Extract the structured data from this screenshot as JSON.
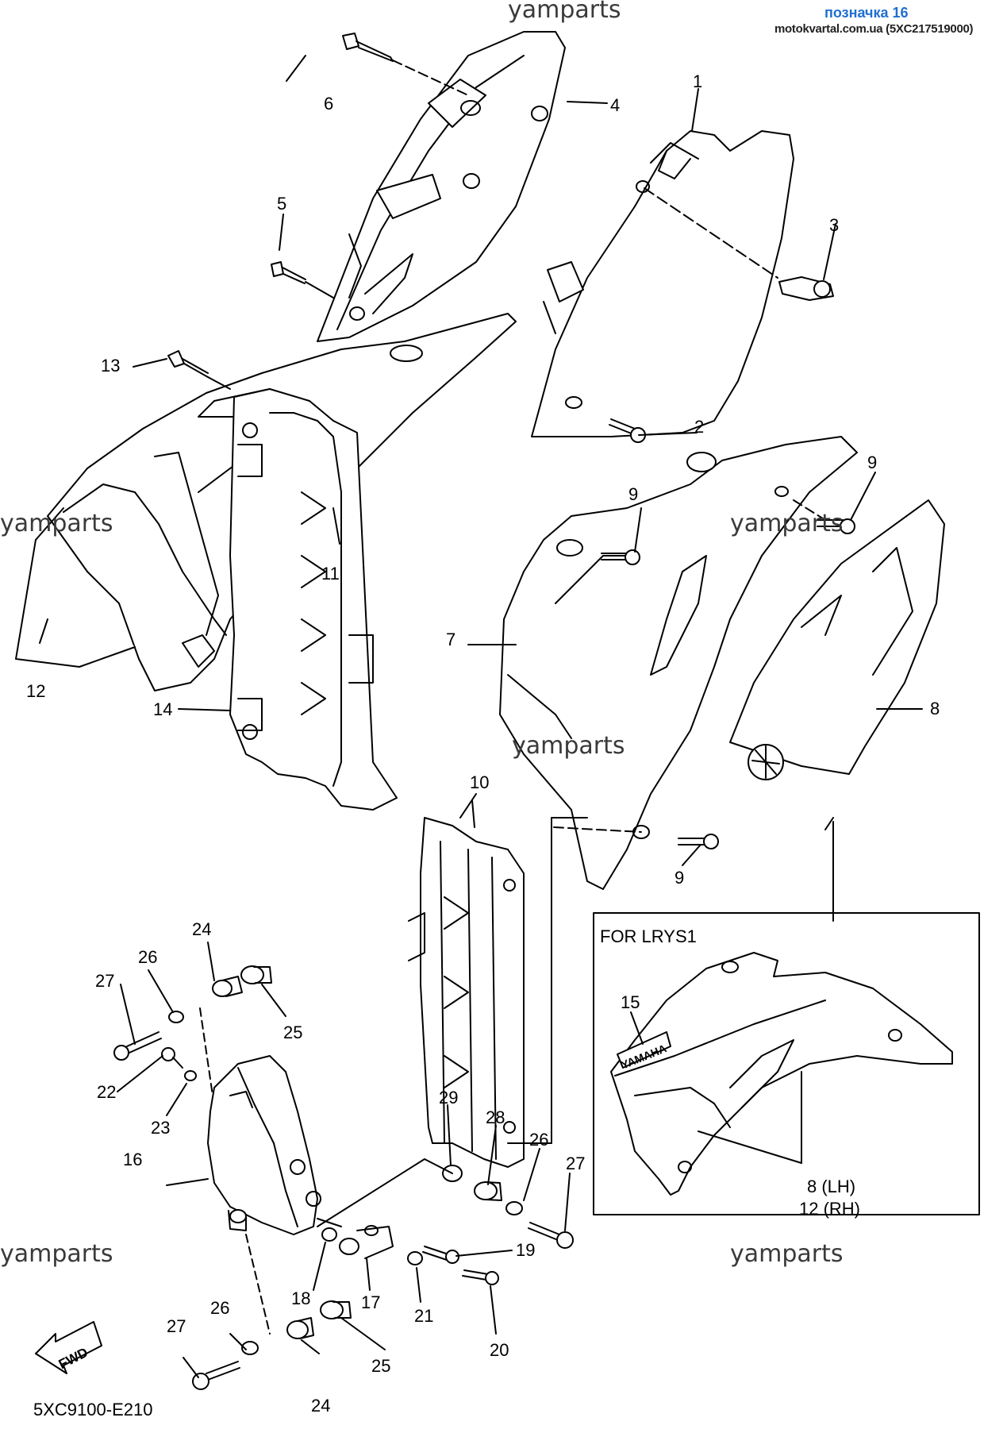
{
  "header": {
    "title": "позначка 16",
    "source": "motokvartal.com.ua (5XC217519000)"
  },
  "watermarks": [
    "yamparts",
    "yamparts",
    "yamparts",
    "yamparts",
    "yamparts",
    "yamparts"
  ],
  "diagram_code": "5XC9100-E210",
  "fwd_label": "FWD",
  "inset": {
    "title": "FOR LRYS1",
    "yamaha_text": "YAMAHA",
    "lh_label": "8 (LH)",
    "rh_label": "12 (RH)",
    "callout": "15"
  },
  "callouts": [
    "1",
    "2",
    "3",
    "4",
    "5",
    "6",
    "7",
    "8",
    "9",
    "9",
    "9",
    "10",
    "11",
    "12",
    "13",
    "14",
    "16",
    "17",
    "18",
    "19",
    "20",
    "21",
    "22",
    "23",
    "24",
    "24",
    "25",
    "25",
    "26",
    "26",
    "26",
    "27",
    "27",
    "27",
    "28",
    "29"
  ]
}
